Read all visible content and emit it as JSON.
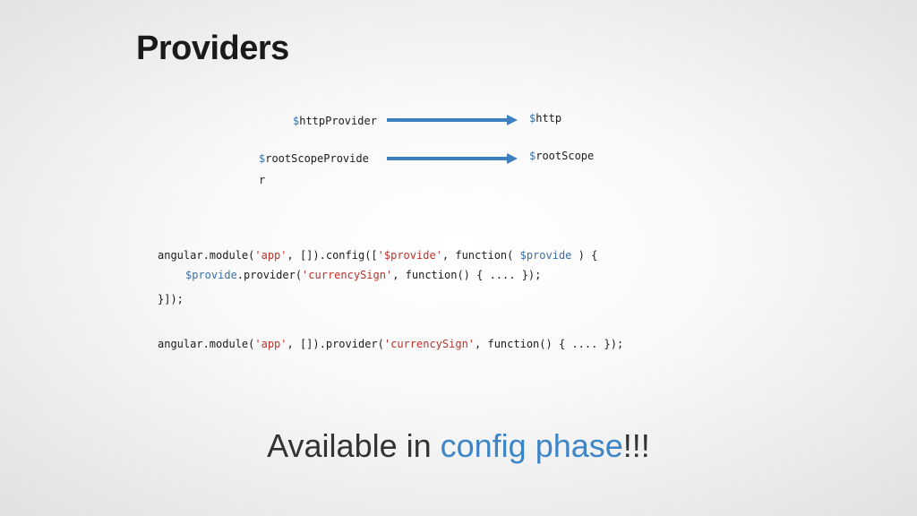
{
  "slide": {
    "title": "Providers",
    "colors": {
      "accent": "#3d85c6",
      "arrow": "#3d7fbf",
      "string": "#c0302a",
      "variable": "#3a6fa8"
    }
  },
  "diagram": {
    "rows": [
      {
        "source_sigil": "$",
        "source_name": "httpProvider",
        "source_wrap": "",
        "target_sigil": "$",
        "target_name": "http"
      },
      {
        "source_sigil": "$",
        "source_name": "rootScopeProvide",
        "source_wrap": "r",
        "target_sigil": "$",
        "target_name": "rootScope"
      }
    ]
  },
  "code": {
    "line1": {
      "a": "angular.module(",
      "s1": "'app'",
      "b": ", []).config([",
      "s2": "'$provide'",
      "c": ", function( ",
      "v1": "$provide",
      "d": " ) {"
    },
    "line2": {
      "v1": "$provide",
      "a": ".provider(",
      "s1": "'currencySign'",
      "b": ", function() { .... });"
    },
    "line3": {
      "a": "}]);"
    },
    "line4": {
      "a": "angular.module(",
      "s1": "'app'",
      "b": ", []).provider(",
      "s2": "'currencySign'",
      "c": ", function() { .... });"
    }
  },
  "footer": {
    "prefix": "Available in ",
    "highlight": "config phase",
    "suffix": "!!!"
  }
}
